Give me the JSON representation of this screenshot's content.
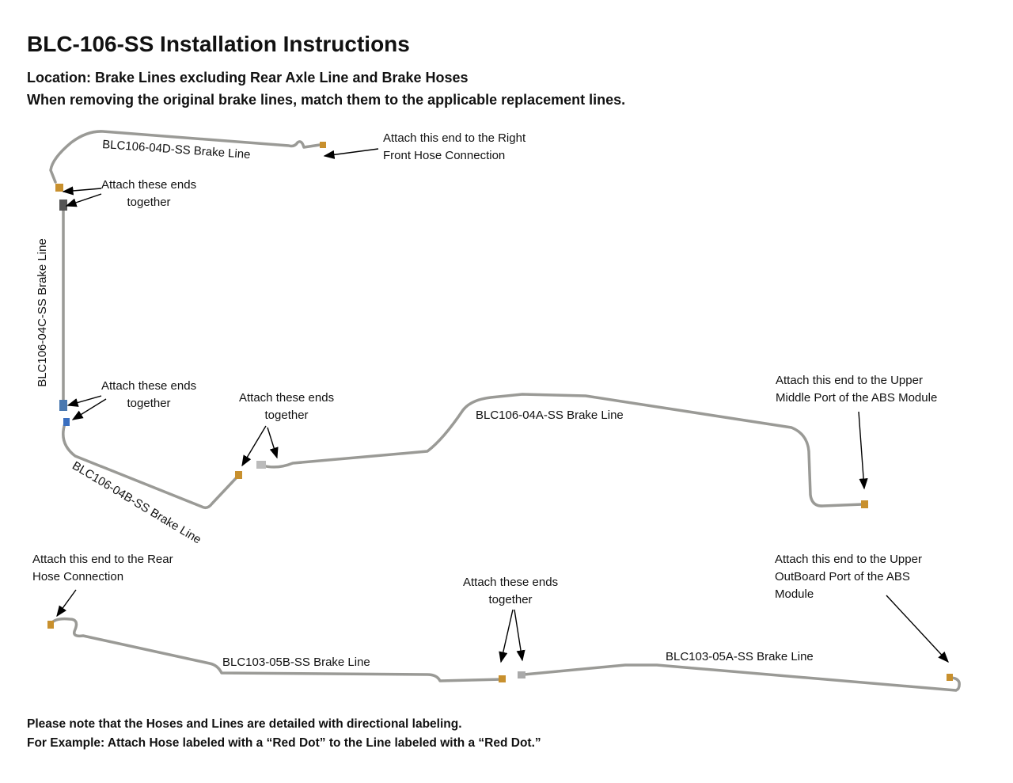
{
  "header": {
    "title": "BLC-106-SS Installation Instructions",
    "location": "Location: Brake Lines excluding Rear Axle Line and Brake Hoses",
    "instruction": "When removing the original brake lines, match them to the applicable replacement lines."
  },
  "lines": {
    "l04d": "BLC106-04D-SS Brake Line",
    "l04c": "BLC106-04C-SS Brake Line",
    "l04b": "BLC106-04B-SS Brake Line",
    "l04a": "BLC106-04A-SS Brake Line",
    "l05b": "BLC103-05B-SS Brake Line",
    "l05a": "BLC103-05A-SS Brake Line"
  },
  "callouts": {
    "right_front": [
      "Attach this end to the Right",
      "Front Hose Connection"
    ],
    "together1": [
      "Attach these ends",
      "together"
    ],
    "together2": [
      "Attach these ends",
      "together"
    ],
    "together3": [
      "Attach these ends",
      "together"
    ],
    "together4": [
      "Attach these ends",
      "together"
    ],
    "abs_middle": [
      "Attach this end to the Upper",
      "Middle Port of the ABS Module"
    ],
    "rear_hose": [
      "Attach this end to the Rear",
      "Hose Connection"
    ],
    "abs_outboard": [
      "Attach this end to the Upper",
      "OutBoard Port of the ABS",
      "Module"
    ]
  },
  "footer": {
    "note1": "Please note that the Hoses and Lines are detailed with directional labeling.",
    "note2": "For Example: Attach Hose labeled with a “Red Dot” to the Line labeled with a “Red Dot.”"
  },
  "colors": {
    "line": "#9a9a96",
    "fitting": "#c8902e",
    "text": "#111111"
  }
}
